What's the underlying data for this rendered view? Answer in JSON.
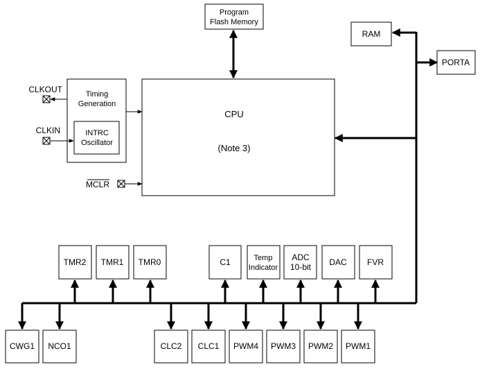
{
  "memory": {
    "flash_line1": "Program",
    "flash_line2": "Flash Memory",
    "ram": "RAM"
  },
  "ports": {
    "porta": "PORTA"
  },
  "cpu": {
    "title": "CPU",
    "note": "(Note 3)"
  },
  "clock": {
    "timing_line1": "Timing",
    "timing_line2": "Generation",
    "intrc_line1": "INTRC",
    "intrc_line2": "Oscillator"
  },
  "pins": {
    "clkout": "CLKOUT",
    "clkin": "CLKIN",
    "mclr": "MCLR"
  },
  "upper_peripherals": {
    "tmr2": "TMR2",
    "tmr1": "TMR1",
    "tmr0": "TMR0",
    "c1": "C1",
    "temp_line1": "Temp",
    "temp_line2": "Indicator",
    "adc_line1": "ADC",
    "adc_line2": "10-bit",
    "dac": "DAC",
    "fvr": "FVR"
  },
  "lower_peripherals": {
    "cwg1": "CWG1",
    "nco1": "NCO1",
    "clc2": "CLC2",
    "clc1": "CLC1",
    "pwm4": "PWM4",
    "pwm3": "PWM3",
    "pwm2": "PWM2",
    "pwm1": "PWM1"
  }
}
